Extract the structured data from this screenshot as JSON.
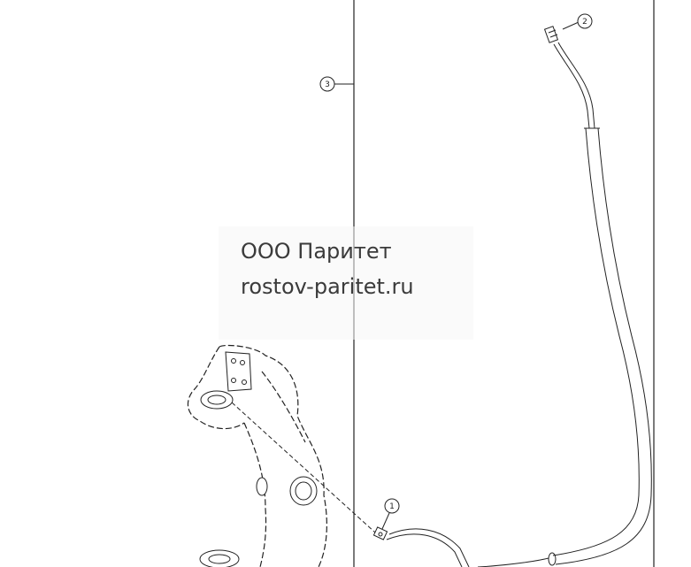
{
  "callouts": [
    {
      "label": "1"
    },
    {
      "label": "2"
    },
    {
      "label": "3"
    }
  ],
  "watermark": {
    "company": "ООО Паритет",
    "website": "rostov-paritet.ru"
  },
  "colors": {
    "line": "#222222",
    "background": "#ffffff",
    "watermark_text": "#3b3b3b"
  }
}
